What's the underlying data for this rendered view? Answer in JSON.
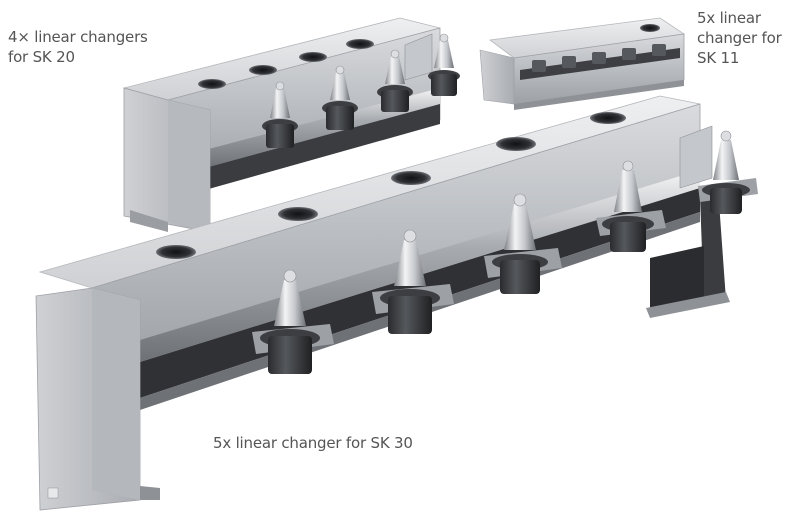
{
  "captions": {
    "sk20": [
      "4× linear changers",
      "for SK 20"
    ],
    "sk11": [
      "5x linear",
      "changer for",
      "SK 11"
    ],
    "sk30": [
      "5x linear changer for SK 30"
    ]
  },
  "colors": {
    "metal_light": "#e4e5e7",
    "metal_mid": "#c9cbce",
    "metal_dark": "#8e9196",
    "shadow": "#2c2d30",
    "caption": "#555555"
  }
}
